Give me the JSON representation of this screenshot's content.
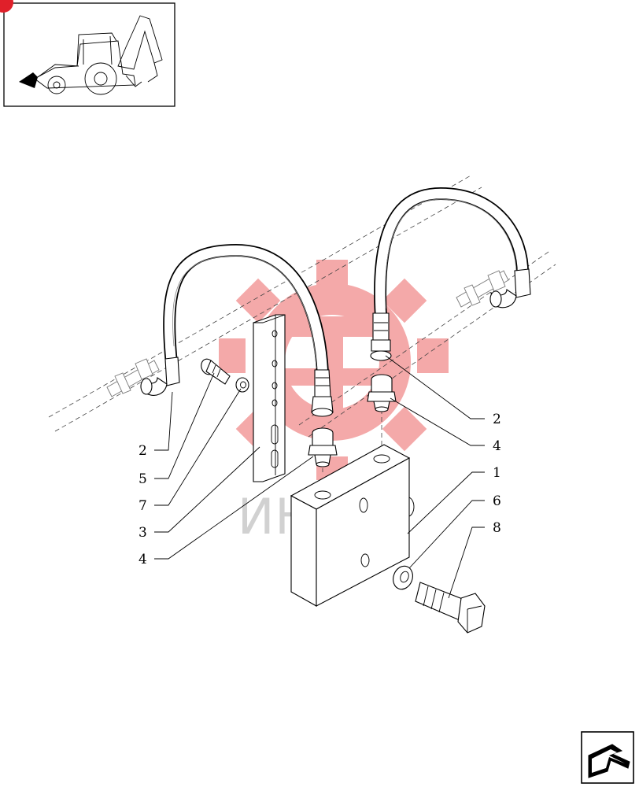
{
  "watermark": {
    "text": "ИНТЕХ",
    "color": "#f4a5a5"
  },
  "thumbnail": {
    "icon": "backhoe-loader-icon",
    "indicator": "red-marker"
  },
  "nav": {
    "icon": "next-page-arrow-icon"
  },
  "callouts": [
    {
      "id": "c2a",
      "number": "2"
    },
    {
      "id": "c5",
      "number": "5"
    },
    {
      "id": "c7",
      "number": "7"
    },
    {
      "id": "c3",
      "number": "3"
    },
    {
      "id": "c4a",
      "number": "4"
    },
    {
      "id": "c2b",
      "number": "2"
    },
    {
      "id": "c4b",
      "number": "4"
    },
    {
      "id": "c1",
      "number": "1"
    },
    {
      "id": "c6",
      "number": "6"
    },
    {
      "id": "c8",
      "number": "8"
    }
  ]
}
